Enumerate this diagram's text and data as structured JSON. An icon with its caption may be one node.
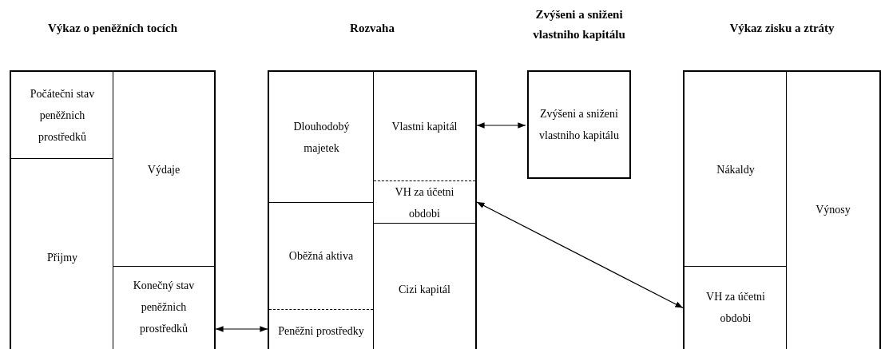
{
  "diagram": {
    "nodes": [
      {
        "text": [
          "Výkaz o peněžních tocích"
        ]
      },
      {
        "text": [
          "Počátečni stav peněžnich prostředků"
        ],
        "in": 0
      },
      {
        "text": [
          "Přijmy"
        ],
        "in": 0
      },
      {
        "text": [
          "Výdaje"
        ],
        "in": 0
      },
      {
        "text": [
          "Konečný stav peněžnich prostředků"
        ],
        "in": 0
      },
      {
        "text": [
          "Rozvaha"
        ]
      },
      {
        "text": [
          "Dlouhodobý majetek"
        ],
        "in": 5
      },
      {
        "text": [
          "Vlastni kapitál"
        ],
        "in": 5
      },
      {
        "text": [
          "VH za účetni obdobi"
        ],
        "in": 7
      },
      {
        "text": [
          "Oběžná aktiva"
        ],
        "in": 5
      },
      {
        "text": [
          "Cizi kapitál"
        ],
        "in": 5
      },
      {
        "text": [
          "Peněžni prostředky"
        ],
        "in": 9
      },
      {
        "text": [
          "Zvýšeni a sniženi vlastniho kapitálu",
          "Zvýšeni a sniženi vlastniho kapitálu"
        ]
      },
      {
        "text": [
          "Výkaz zisku a ztráty"
        ]
      },
      {
        "text": [
          "Nákaldy"
        ],
        "in": 13
      },
      {
        "text": [
          "VH za účetni obdobi"
        ],
        "in": 13
      },
      {
        "text": [
          "Výnosy"
        ],
        "in": 13
      }
    ],
    "edges": [
      {
        "from": 4,
        "to": 11,
        "arrow": "both"
      },
      {
        "from": 7,
        "to": 12,
        "arrow": "both"
      },
      {
        "from": 8,
        "to": 15,
        "arrow": "both"
      }
    ]
  }
}
